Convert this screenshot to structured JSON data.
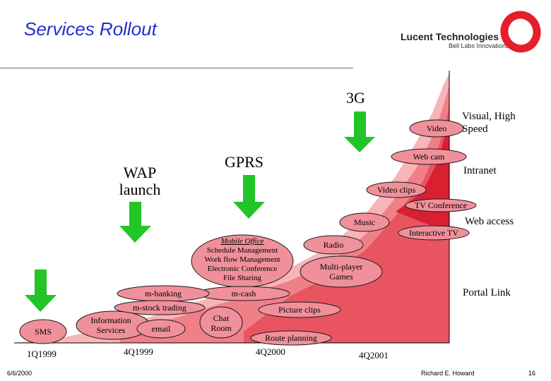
{
  "title": "Services Rollout",
  "logo": {
    "name": "Lucent Technologies",
    "tagline": "Bell Labs Innovations"
  },
  "phases": {
    "three_g": "3G",
    "gprs": "GPRS",
    "wap_line1": "WAP",
    "wap_line2": "launch"
  },
  "labels": {
    "visual_line1": "Visual, High",
    "visual_line2": "Speed",
    "intranet": "Intranet",
    "web_access": "Web access",
    "portal_link": "Portal Link"
  },
  "bubbles": {
    "video": "Video",
    "web_cam": "Web cam",
    "video_clips": "Video clips",
    "tv_conference": "TV Conference",
    "music": "Music",
    "interactive_tv": "Interactive TV",
    "radio": "Radio",
    "multiplayer_line1": "Multi-player",
    "multiplayer_line2": "Games",
    "m_cash": "m-cash",
    "picture_clips": "Picture clips",
    "route_planning": "Route planning",
    "m_banking": "m-banking",
    "m_stock": "m-stock trading",
    "info_line1": "Information",
    "info_line2": "Services",
    "email": "email",
    "chat_line1": "Chat",
    "chat_line2": "Room",
    "sms": "SMS"
  },
  "mobile_office": {
    "title": "Mobile Office",
    "items": [
      "Schedule Management",
      "Work flow Management",
      "Electronic Conference",
      "File Sharing"
    ]
  },
  "axis": {
    "t1": "1Q1999",
    "t2": "4Q1999",
    "t3": "4Q2000",
    "t4": "4Q2001"
  },
  "footer": {
    "date": "6/6/2000",
    "author": "Richard E. Howard",
    "page": "16"
  },
  "colors": {
    "title": "#1f2fd0",
    "band_light": "#f7b5b8",
    "band_mid": "#f08088",
    "band_dark": "#d82030",
    "bubble": "#f0909a",
    "arrow": "#22c428",
    "logo_ring": "#e41e2a"
  }
}
